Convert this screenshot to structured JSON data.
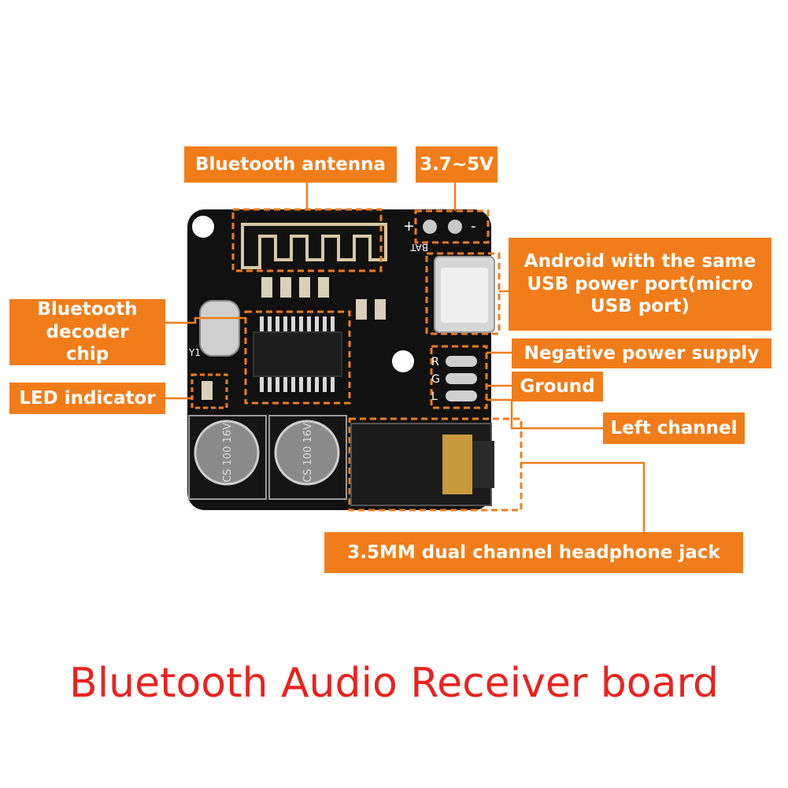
{
  "labels": {
    "antenna": "Bluetooth antenna",
    "voltage": "3.7~5V",
    "usb": "Android with the same USB power port(micro USB port)",
    "decoder": "Bluetooth decoder chip",
    "negative": "Negative power supply",
    "ground": "Ground",
    "led": "LED indicator",
    "left": "Left channel",
    "jack": "3.5MM dual channel headphone jack"
  },
  "board_marks": {
    "plus": "+",
    "minus": "-",
    "bat": "BAT",
    "r": "R",
    "l": "L",
    "g": "G",
    "cap_text": "CS 100 16V",
    "y1": "Y1"
  },
  "caption": "Bluetooth Audio Receiver board",
  "colors": {
    "accent": "#f07d1a",
    "caption": "#e8231f",
    "board": "#111111"
  }
}
